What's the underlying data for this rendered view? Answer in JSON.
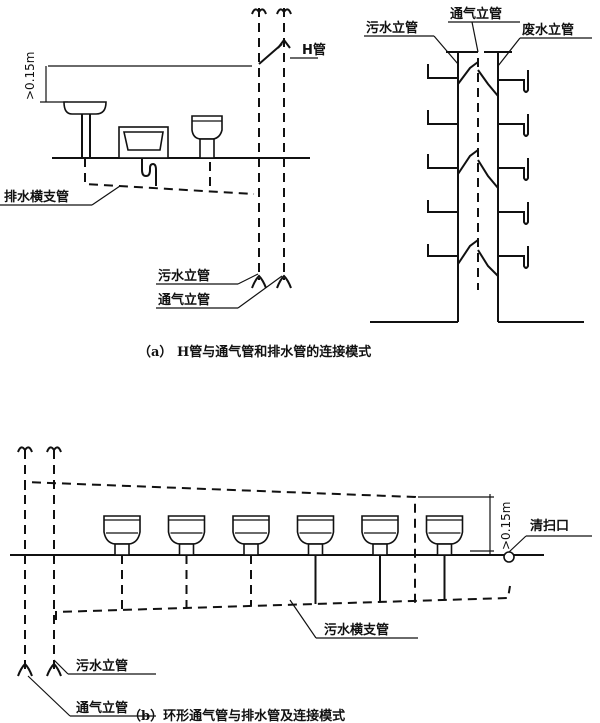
{
  "diagram_a": {
    "caption": "（a） H管与通气管和排水管的连接模式",
    "labels": {
      "h_pipe": "H管",
      "dimension": ">0.15m",
      "drain_branch": "排水横支管",
      "sewage_stack": "污水立管",
      "vent_stack": "通气立管"
    },
    "right_labels": {
      "sewage_stack": "污水立管",
      "vent_stack": "通气立管",
      "waste_stack": "废水立管"
    },
    "fixtures": [
      "washbasin",
      "sink",
      "toilet"
    ]
  },
  "diagram_b": {
    "caption": "（b）环形通气管与排水管及连接模式",
    "labels": {
      "dimension": ">0.15m",
      "cleanout": "清扫口",
      "sewage_branch": "污水横支管",
      "sewage_stack": "污水立管",
      "vent_stack": "通气立管"
    },
    "toilet_count": 6
  }
}
